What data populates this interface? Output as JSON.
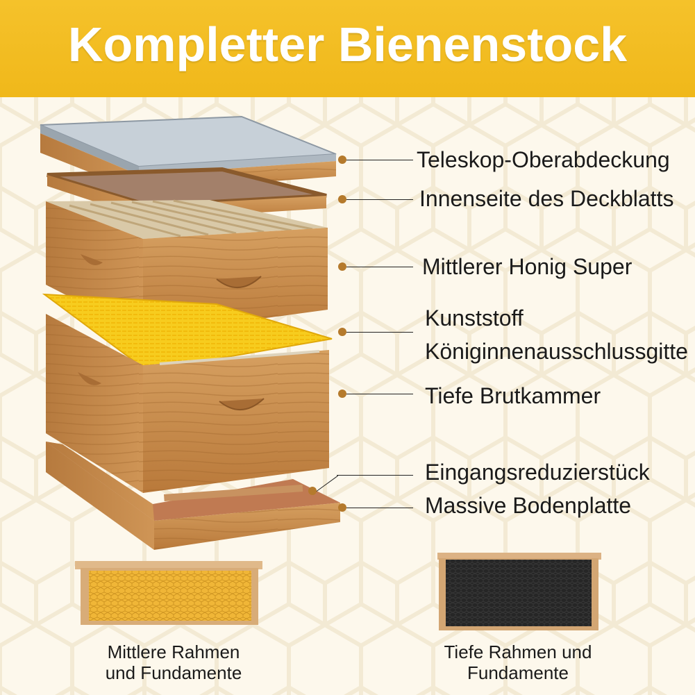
{
  "title": "Kompletter Bienenstock",
  "colors": {
    "banner": "#f3bd22",
    "title_text": "#ffffff",
    "wood": "#c98f4e",
    "wood_dark": "#a46a2f",
    "metal": "#b9c3cc",
    "excluder": "#f7cc1e",
    "dot": "#b57a2c"
  },
  "parts": [
    {
      "label": "Teleskop-Oberabdeckung"
    },
    {
      "label": "Innenseite des Deckblatts"
    },
    {
      "label": "Mittlerer Honig Super"
    },
    {
      "label_line1": "Kunststoff",
      "label_line2": "Königinnenausschlussgitte"
    },
    {
      "label": "Tiefe Brutkammer"
    },
    {
      "label": "Eingangsreduzierstück"
    },
    {
      "label": "Massive Bodenplatte"
    }
  ],
  "frames": [
    {
      "caption_line1": "Mittlere Rahmen",
      "caption_line2": "und Fundamente",
      "foundation": "yellow-wax"
    },
    {
      "caption_line1": "Tiefe Rahmen und",
      "caption_line2": "Fundamente",
      "foundation": "black-plastic"
    }
  ]
}
